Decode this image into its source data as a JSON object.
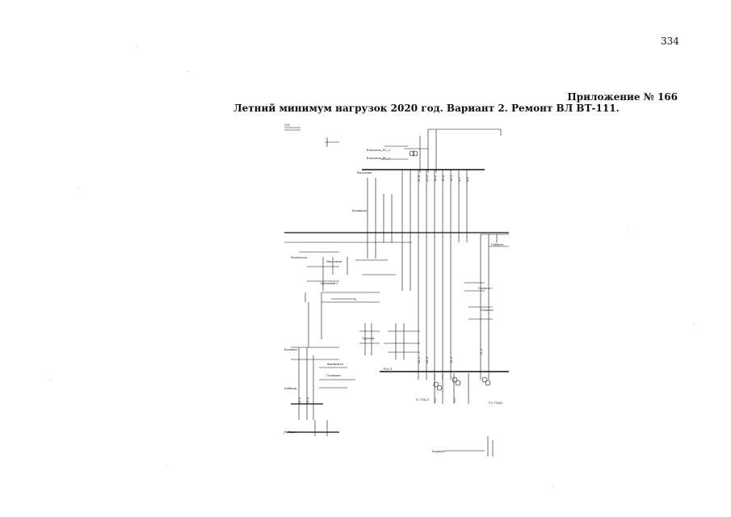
{
  "header": {
    "page_number": "334",
    "appendix": "Приложение № 166",
    "title": "Летний минимум нагрузок 2020 год. Вариант 2. Ремонт ВЛ ВТ-111."
  }
}
